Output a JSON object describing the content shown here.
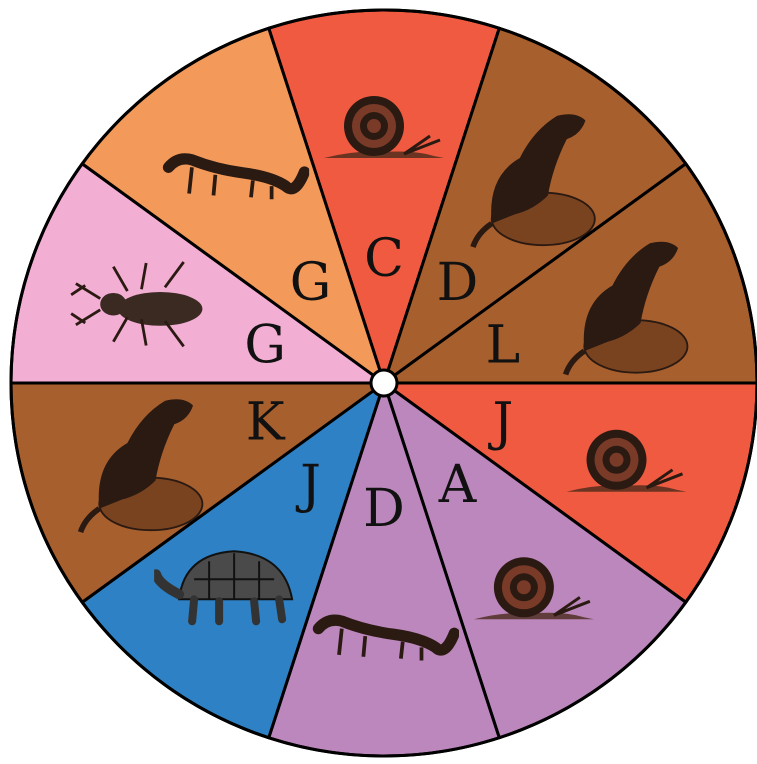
{
  "spinner": {
    "segments": [
      {
        "letter": "C",
        "color": "#f05a40",
        "animal": "snail"
      },
      {
        "letter": "D",
        "color": "#a85f2e",
        "animal": "otter"
      },
      {
        "letter": "L",
        "color": "#a85f2e",
        "animal": "otter"
      },
      {
        "letter": "J",
        "color": "#f05a40",
        "animal": "snail"
      },
      {
        "letter": "A",
        "color": "#bb87bc",
        "animal": "snail"
      },
      {
        "letter": "D",
        "color": "#bb87bc",
        "animal": "weasel"
      },
      {
        "letter": "J",
        "color": "#2e81c4",
        "animal": "tortoise"
      },
      {
        "letter": "K",
        "color": "#a85f2e",
        "animal": "otter"
      },
      {
        "letter": "G",
        "color": "#f3aed3",
        "animal": "beetle"
      },
      {
        "letter": "G",
        "color": "#f3995a",
        "animal": "weasel"
      }
    ]
  }
}
